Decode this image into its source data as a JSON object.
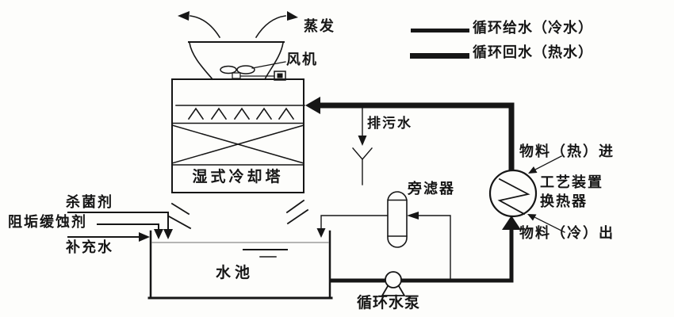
{
  "legend": {
    "cold": {
      "label": "循环给水（冷水）"
    },
    "hot": {
      "label": "循环回水（热水）"
    }
  },
  "tower": {
    "name": "湿式冷却塔",
    "fan_label": "风机",
    "evaporation_label": "蒸发"
  },
  "streams": {
    "blowdown": "排污水",
    "biocide": "杀菌剂",
    "scale_inhibitor": "阻垢缓蚀剂",
    "makeup_water": "补充水"
  },
  "equipment": {
    "side_filter": "旁滤器",
    "pool": "水池",
    "pump": "循环水泵",
    "exchanger_line1": "工艺装置",
    "exchanger_line2": "换热器",
    "material_hot_in": "物料（热）进",
    "material_cold_out": "物料（冷）出"
  },
  "colors": {
    "ink": "#161616",
    "paper": "#fdfdfb"
  }
}
